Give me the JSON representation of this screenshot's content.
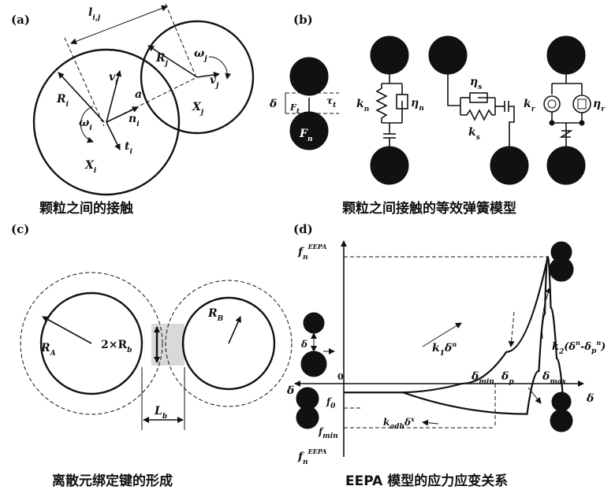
{
  "panels": {
    "a": {
      "label": "(a)",
      "caption": "颗粒之间的接触",
      "sym_l": "l",
      "sub_l": "i,j",
      "sym_Ri": "R",
      "sub_Ri": "i",
      "sym_Rj": "R",
      "sub_Rj": "j",
      "sym_vi": "v",
      "sub_vi": "i",
      "sym_vj": "v",
      "sub_vj": "j",
      "sym_wi": "ω",
      "sub_wi": "i",
      "sym_wj": "ω",
      "sub_wj": "j",
      "sym_ni": "n",
      "sub_ni": "i",
      "sym_ti": "t",
      "sub_ti": "i",
      "sym_Xi": "X",
      "sub_Xi": "i",
      "sym_Xj": "X",
      "sub_Xj": "j",
      "sym_a": "a"
    },
    "b": {
      "label": "(b)",
      "caption": "颗粒之间接触的等效弹簧模型",
      "sym_delta": "δ",
      "sym_Ft": "F",
      "sub_Ft": "t",
      "sym_tau": "τ",
      "sub_tau": "t",
      "sym_Fn": "F",
      "sub_Fn": "n",
      "sym_kn": "k",
      "sub_kn": "n",
      "sym_etan": "η",
      "sub_etan": "n",
      "sym_etas": "η",
      "sub_etas": "s",
      "sym_ks": "k",
      "sub_ks": "s",
      "sym_kr": "k",
      "sub_kr": "r",
      "sym_etar": "η",
      "sub_etar": "r"
    },
    "c": {
      "label": "(c)",
      "caption": "离散元绑定键的形成",
      "sym_RA": "R",
      "sub_RA": "A",
      "sym_RB": "R",
      "sub_RB": "B",
      "bond_pre": "2×R",
      "bond_sub": "b",
      "sym_Lb": "L",
      "sub_Lb": "b"
    },
    "d": {
      "label": "(d)",
      "caption": "EEPA 模型的应力应变关系",
      "fmax_base": "f",
      "fmax_sub": "n",
      "fmax_sup": "EEPA",
      "fmin_neg_base": "f",
      "fmin_neg_sub": "n",
      "fmin_neg_sup": "EEPA",
      "origin": "0",
      "delta_left": "δ",
      "delta_right": "δ",
      "delta_ball": "δ",
      "f0_base": "f",
      "f0_sub": "0",
      "fmin_base": "f",
      "fmin_sub": "min",
      "k1_base": "k",
      "k1_sub": "1",
      "k1_d": "δ",
      "k1_sup": "n",
      "k2_base": "k",
      "k2_sub": "2",
      "k2_expr_a": "(δ",
      "k2_sup_a": "n",
      "k2_expr_b": "-δ",
      "k2_sub_b": "p",
      "k2_sup_b": "n",
      "k2_close": ")",
      "kadh_base": "k",
      "kadh_sub": "adh",
      "kadh_d": "δ",
      "kadh_sup": "x",
      "dmin_base": "δ",
      "dmin_sub": "min",
      "dp_base": "δ",
      "dp_sub": "p",
      "dmax_base": "δ",
      "dmax_sub": "max"
    }
  },
  "chart_data": {
    "type": "line",
    "title": "",
    "series": [
      {
        "name": "",
        "points": [
          [
            0.0,
            -0.07
          ],
          [
            0.18,
            -0.07
          ],
          [
            0.4,
            0.0
          ],
          [
            0.55,
            0.25
          ],
          [
            0.69,
            1.0
          ]
        ]
      },
      {
        "name": "",
        "points": [
          [
            0.69,
            1.0
          ],
          [
            0.68,
            0.55
          ],
          [
            0.66,
            0.1
          ],
          [
            0.62,
            -0.24
          ],
          [
            0.2,
            -0.07
          ]
        ]
      },
      {
        "name": "",
        "points": [
          [
            0.69,
            1.0
          ],
          [
            0.7,
            0.6
          ],
          [
            0.72,
            0.2
          ],
          [
            0.74,
            -0.07
          ]
        ]
      }
    ]
  }
}
